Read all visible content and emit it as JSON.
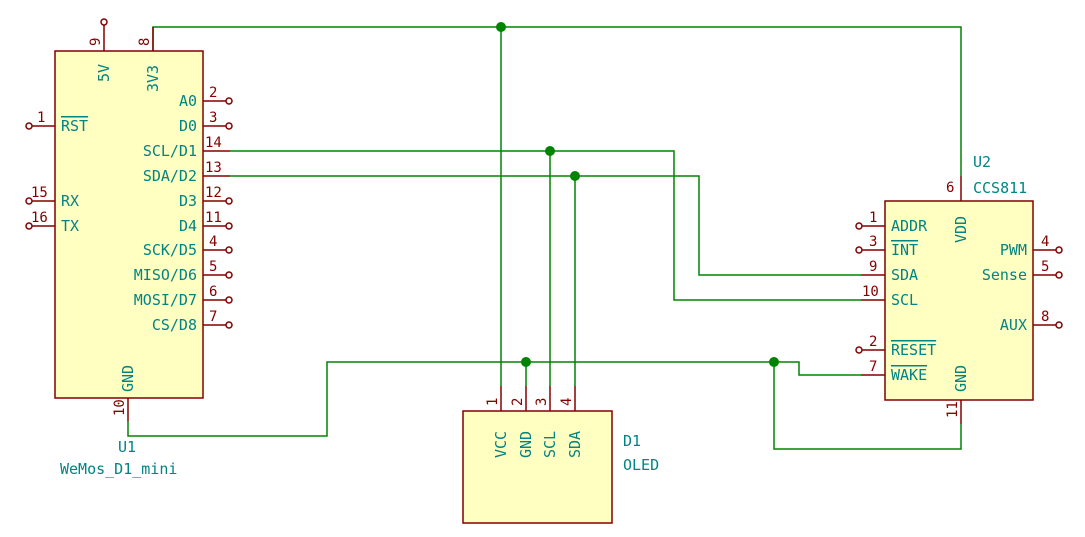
{
  "colors": {
    "background": "#ffffff",
    "component_fill": "#ffffc2",
    "component_outline": "#840000",
    "pin_text": "#840000",
    "label_text": "#008484",
    "wire": "#008400",
    "junction": "#008400"
  },
  "components": {
    "u1": {
      "ref": "U1",
      "value": "WeMos_D1_mini",
      "pins": {
        "p9": {
          "num": "9",
          "name": "5V"
        },
        "p8": {
          "num": "8",
          "name": "3V3"
        },
        "p1": {
          "num": "1",
          "name": "RST"
        },
        "p2": {
          "num": "2",
          "name": "A0"
        },
        "p3": {
          "num": "3",
          "name": "D0"
        },
        "p14": {
          "num": "14",
          "name": "SCL/D1"
        },
        "p13": {
          "num": "13",
          "name": "SDA/D2"
        },
        "p15": {
          "num": "15",
          "name": "RX"
        },
        "p12": {
          "num": "12",
          "name": "D3"
        },
        "p16": {
          "num": "16",
          "name": "TX"
        },
        "p11": {
          "num": "11",
          "name": "D4"
        },
        "p4": {
          "num": "4",
          "name": "SCK/D5"
        },
        "p5": {
          "num": "5",
          "name": "MISO/D6"
        },
        "p6": {
          "num": "6",
          "name": "MOSI/D7"
        },
        "p7": {
          "num": "7",
          "name": "CS/D8"
        },
        "p10": {
          "num": "10",
          "name": "GND"
        }
      }
    },
    "u2": {
      "ref": "U2",
      "value": "CCS811",
      "pins": {
        "p6": {
          "num": "6",
          "name": "VDD"
        },
        "p1": {
          "num": "1",
          "name": "ADDR"
        },
        "p3": {
          "num": "3",
          "name": "INT"
        },
        "p9": {
          "num": "9",
          "name": "SDA"
        },
        "p10": {
          "num": "10",
          "name": "SCL"
        },
        "p2": {
          "num": "2",
          "name": "RESET"
        },
        "p7": {
          "num": "7",
          "name": "WAKE"
        },
        "p4": {
          "num": "4",
          "name": "PWM"
        },
        "p5": {
          "num": "5",
          "name": "Sense"
        },
        "p8": {
          "num": "8",
          "name": "AUX"
        },
        "p11": {
          "num": "11",
          "name": "GND"
        }
      }
    },
    "d1": {
      "ref": "D1",
      "value": "OLED",
      "pins": {
        "p1": {
          "num": "1",
          "name": "VCC"
        },
        "p2": {
          "num": "2",
          "name": "GND"
        },
        "p3": {
          "num": "3",
          "name": "SCL"
        },
        "p4": {
          "num": "4",
          "name": "SDA"
        }
      }
    }
  }
}
